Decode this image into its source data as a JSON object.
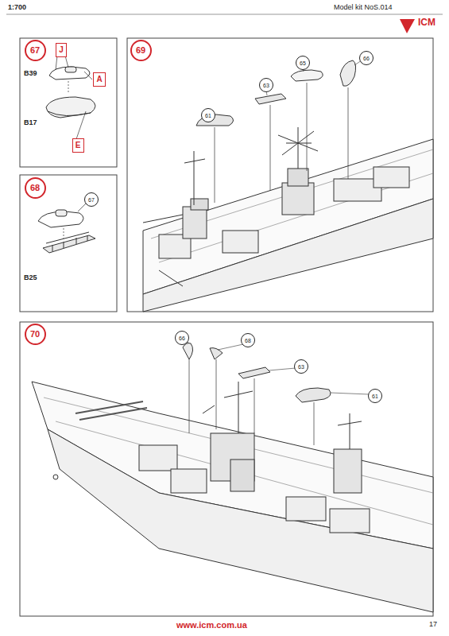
{
  "diagram": {
    "nodes": [
      {
        "text": [
          "67"
        ]
      },
      {
        "text": [
          "J"
        ]
      },
      {
        "text": [
          "A"
        ]
      },
      {
        "text": [
          "E"
        ]
      },
      {
        "text": [
          "68"
        ]
      },
      {
        "text": [
          "67"
        ]
      },
      {
        "text": [
          "69"
        ]
      },
      {
        "text": [
          "65"
        ]
      },
      {
        "text": [
          "66"
        ]
      },
      {
        "text": [
          "63"
        ]
      },
      {
        "text": [
          "61"
        ]
      },
      {
        "text": [
          "70"
        ]
      },
      {
        "text": [
          "66"
        ]
      },
      {
        "text": [
          "68"
        ]
      },
      {
        "text": [
          "63"
        ]
      },
      {
        "text": [
          "61"
        ]
      }
    ],
    "labels": [
      "1:700",
      "Model kit NoS.014",
      "ICM",
      "B39",
      "B17",
      "B25",
      "www.icm.com.ua",
      "17"
    ]
  }
}
